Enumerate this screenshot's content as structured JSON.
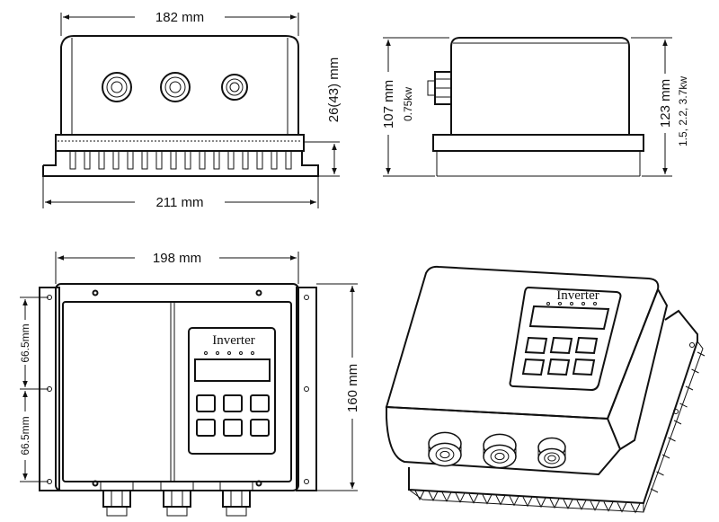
{
  "front_view": {
    "width_top": "182 mm",
    "width_base": "211 mm",
    "heatsink_height": "26(43) mm"
  },
  "side_view": {
    "height_small": "107 mm",
    "power_small": "0.75kw",
    "height_large": "123 mm",
    "power_large": "1.5, 2.2, 3.7kw"
  },
  "top_view": {
    "width": "198 mm",
    "height": "160 mm",
    "spacing_upper": "66.5mm",
    "spacing_lower": "66.5mm",
    "brand": "Inverter"
  },
  "iso_view": {
    "brand": "Inverter"
  },
  "colors": {
    "line": "#111111",
    "background": "#ffffff"
  }
}
